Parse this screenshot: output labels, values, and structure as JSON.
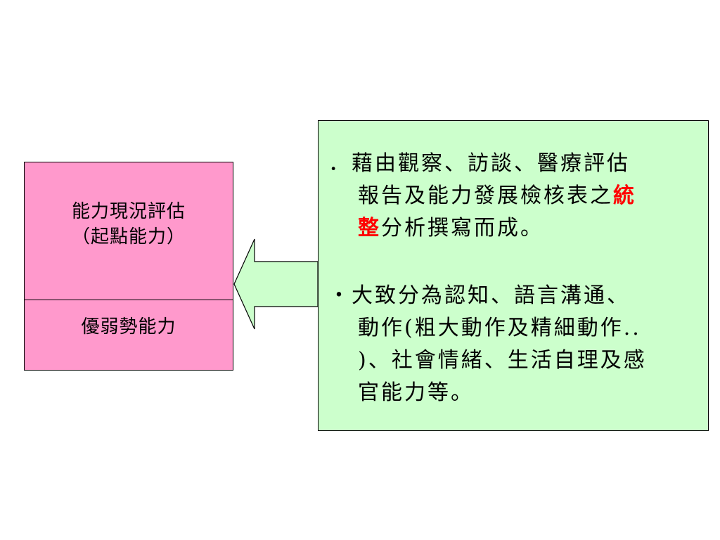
{
  "left_box": {
    "top_line1": "能力現況評估",
    "top_line2": "（起點能力）",
    "bottom_label": "優弱勢能力"
  },
  "right_box": {
    "bullet1": {
      "line1": "．藉由觀察、訪談、醫療評估",
      "line2_a": "報告及能力發展檢核表之",
      "line2_red": "統",
      "line3_red": "整",
      "line3_b": "分析撰寫而成。"
    },
    "bullet2": {
      "line1": "‧大致分為認知、語言溝通、",
      "line2": "動作(粗大動作及精細動作..",
      "line3": ")、社會情緒、生活自理及感",
      "line4": "官能力等。"
    }
  },
  "colors": {
    "pink": "#ff99cc",
    "green": "#ccffcc",
    "emphasis": "#ff0000"
  }
}
